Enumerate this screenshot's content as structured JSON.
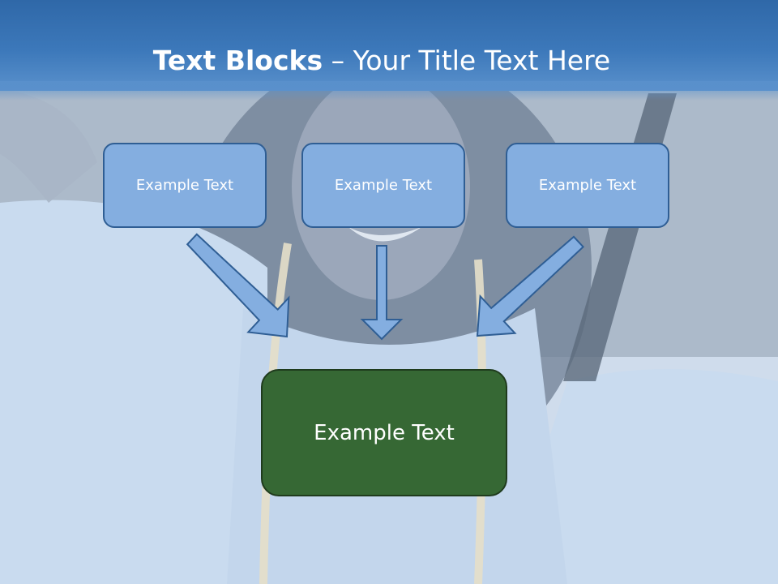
{
  "title": {
    "bold": "Text Blocks",
    "separator": " – ",
    "rest": "Your Title Text Here"
  },
  "blocks": [
    {
      "label": "Example Text"
    },
    {
      "label": "Example Text"
    },
    {
      "label": "Example Text"
    }
  ],
  "result": {
    "label": "Example Text"
  },
  "colors": {
    "header": "#3c78ba",
    "block_fill": "#84aee0",
    "block_border": "#2f5e94",
    "result_fill": "#366834",
    "arrow_fill": "#84aee0"
  }
}
